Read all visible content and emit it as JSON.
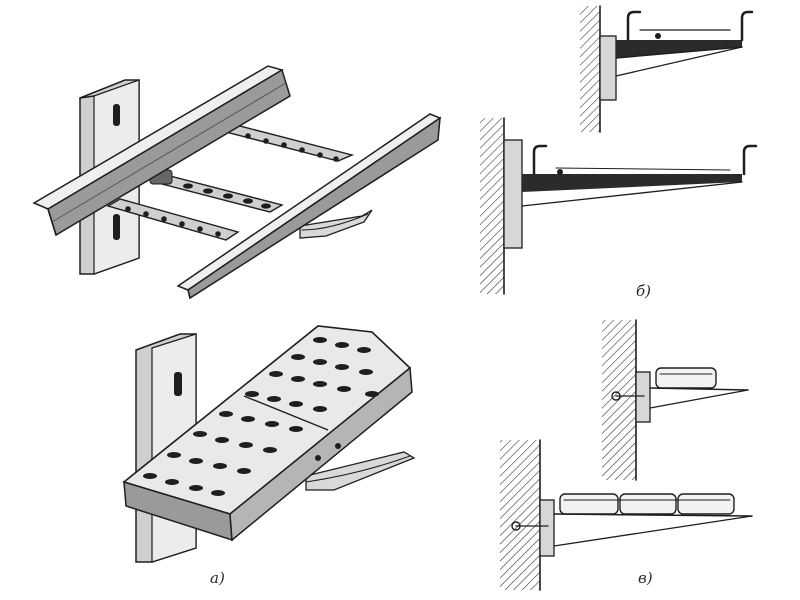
{
  "captions": {
    "a": "а)",
    "b": "б)",
    "v": "в)"
  }
}
